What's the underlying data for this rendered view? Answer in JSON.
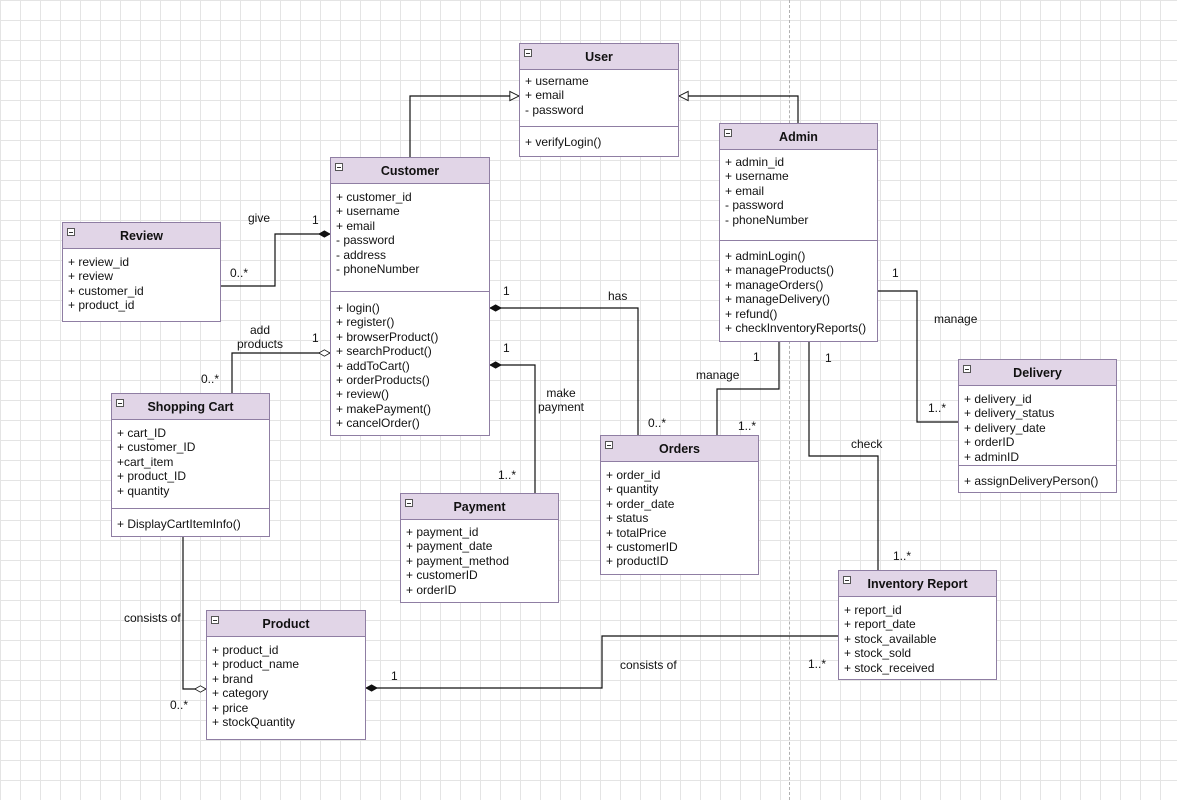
{
  "classes": {
    "user": {
      "name": "User",
      "attributes": [
        "+ username",
        "+ email",
        "- password"
      ],
      "methods": [
        "+ verifyLogin()"
      ]
    },
    "customer": {
      "name": "Customer",
      "attributes": [
        "+ customer_id",
        "+ username",
        "+ email",
        "- password",
        "- address",
        "- phoneNumber"
      ],
      "methods": [
        "+ login()",
        "+ register()",
        "+ browserProduct()",
        "+ searchProduct()",
        "+ addToCart()",
        "+ orderProducts()",
        "+ review()",
        "+ makePayment()",
        "+ cancelOrder()"
      ]
    },
    "admin": {
      "name": "Admin",
      "attributes": [
        "+ admin_id",
        "+ username",
        "+ email",
        "- password",
        "- phoneNumber"
      ],
      "methods": [
        "+ adminLogin()",
        "+ manageProducts()",
        "+ manageOrders()",
        "+ manageDelivery()",
        "+ refund()",
        "+ checkInventoryReports()"
      ]
    },
    "review": {
      "name": "Review",
      "attributes": [
        "+ review_id",
        "+ review",
        "+ customer_id",
        "+ product_id"
      ]
    },
    "shopping_cart": {
      "name": "Shopping Cart",
      "attributes": [
        "+ cart_ID",
        "+ customer_ID",
        "+cart_item",
        "+ product_ID",
        "+ quantity"
      ],
      "methods": [
        "+ DisplayCartItemInfo()"
      ]
    },
    "payment": {
      "name": "Payment",
      "attributes": [
        "+ payment_id",
        "+ payment_date",
        "+ payment_method",
        "+ customerID",
        "+ orderID"
      ]
    },
    "orders": {
      "name": "Orders",
      "attributes": [
        "+ order_id",
        "+ quantity",
        "+ order_date",
        "+ status",
        "+ totalPrice",
        "+ customerID",
        "+ productID"
      ]
    },
    "delivery": {
      "name": "Delivery",
      "attributes": [
        "+ delivery_id",
        "+ delivery_status",
        "+ delivery_date",
        "+ orderID",
        "+ adminID"
      ],
      "methods": [
        "+ assignDeliveryPerson()"
      ]
    },
    "inventory_report": {
      "name": "Inventory Report",
      "attributes": [
        "+ report_id",
        "+ report_date",
        "+ stock_available",
        "+ stock_sold",
        "+ stock_received"
      ]
    },
    "product": {
      "name": "Product",
      "attributes": [
        "+ product_id",
        "+ product_name",
        "+ brand",
        "+ category",
        "+ price",
        "+ stockQuantity"
      ]
    }
  },
  "labels": {
    "give": "give",
    "give_mult_customer": "1",
    "give_mult_review": "0..*",
    "add_products": "add\nproducts",
    "add_mult_customer": "1",
    "add_mult_cart": "0..*",
    "has": "has",
    "has_mult_customer": "1",
    "has_mult_orders": "0..*",
    "make_payment": "make\npayment",
    "pay_mult_customer": "1",
    "pay_mult_payment": "1..*",
    "manage_orders": "manage",
    "manage_orders_mult_admin": "1",
    "manage_orders_mult_orders": "1..*",
    "manage_delivery": "manage",
    "manage_delivery_mult_admin": "1",
    "manage_delivery_mult_delivery": "1..*",
    "check": "check",
    "check_mult_admin": "1",
    "check_mult_inventory": "1..*",
    "consists_of_cart": "consists of",
    "consists_of_cart_mult": "0..*",
    "consists_of_inventory": "consists of",
    "consists_of_inventory_mult_product": "1",
    "consists_of_inventory_mult_inventory": "1..*"
  }
}
